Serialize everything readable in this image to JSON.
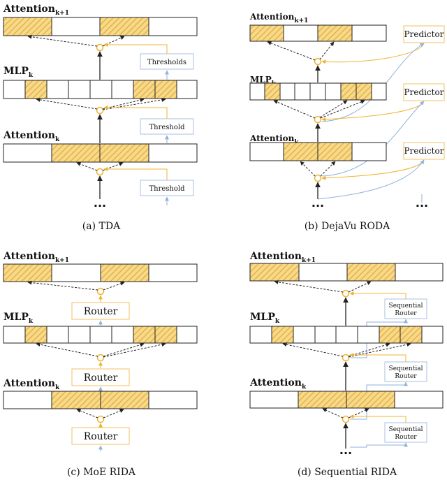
{
  "panels": {
    "a": {
      "caption": "(a)  TDA",
      "attention_k1": "Attention",
      "attention_k1_sub": "k+1",
      "mlp": "MLP",
      "mlp_sub": "k",
      "attention_k": "Attention",
      "attention_k_sub": "k",
      "thresholds_label": "Thresholds",
      "threshold_label_1": "Threshold",
      "threshold_label_2": "Threshold",
      "ellipsis": "···"
    },
    "b": {
      "caption": "(b)  DejaVu RODA",
      "attention_k1": "Attention",
      "attention_k1_sub": "k+1",
      "mlp": "MLP",
      "mlp_sub": "k",
      "attention_k": "Attention",
      "attention_k_sub": "k",
      "predictor_1": "Predictor",
      "predictor_2": "Predictor",
      "predictor_3": "Predictor",
      "ellipsis_left": "···",
      "ellipsis_right": "···"
    },
    "c": {
      "caption": "(c)  MoE RIDA",
      "attention_k1": "Attention",
      "attention_k1_sub": "k+1",
      "mlp": "MLP",
      "mlp_sub": "k",
      "attention_k": "Attention",
      "attention_k_sub": "k",
      "router_1": "Router",
      "router_2": "Router",
      "router_3": "Router"
    },
    "d": {
      "caption": "(d)  Sequential RIDA",
      "attention_k1": "Attention",
      "attention_k1_sub": "k+1",
      "mlp": "MLP",
      "mlp_sub": "k",
      "attention_k": "Attention",
      "attention_k_sub": "k",
      "seq_router_line1": "Sequential",
      "seq_router_line2": "Router",
      "ellipsis": "···"
    }
  },
  "colors": {
    "hatch_fill": "#f7d98a",
    "hatch_stripe": "#e3a93a",
    "gate": "#f0b330",
    "control_box_border": "#a9c2e3",
    "control_box_border_orange": "#f0c060",
    "arrow_dark": "#222222",
    "arrow_blue": "#8fb2de"
  }
}
